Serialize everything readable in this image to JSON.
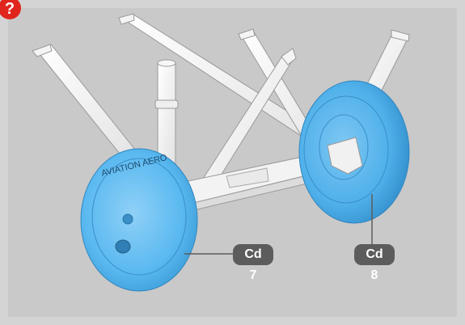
{
  "help_badge": {
    "icon": "question-badge-icon",
    "glyph": "?",
    "color": "#e0261c"
  },
  "wheel_text": "AVIATION AERO",
  "callouts": [
    {
      "id": "left-wheel",
      "label": "Cd 7"
    },
    {
      "id": "right-wheel",
      "label": "Cd 8"
    }
  ],
  "colors": {
    "background": "#c9c9c9",
    "frame": "#d4d4d4",
    "wheel": "#5ab9f0",
    "callout": "#5c5c5c",
    "help_badge": "#e0261c"
  }
}
